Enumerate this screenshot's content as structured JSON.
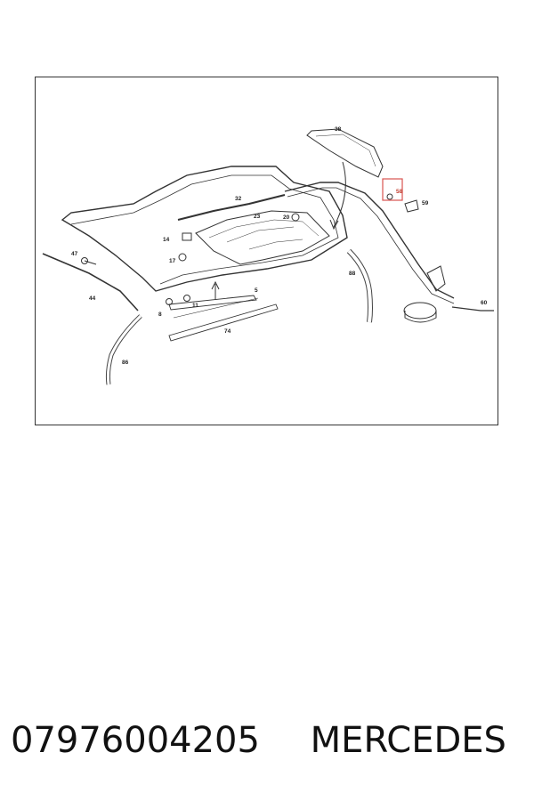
{
  "caption": {
    "part_number": "07976004205",
    "brand": "MERCEDES"
  },
  "diagram": {
    "callouts": [
      {
        "id": "c38",
        "label": "38"
      },
      {
        "id": "c58",
        "label": "58",
        "highlighted": true
      },
      {
        "id": "c59",
        "label": "59"
      },
      {
        "id": "c32",
        "label": "32"
      },
      {
        "id": "c23",
        "label": "23"
      },
      {
        "id": "c20",
        "label": "20"
      },
      {
        "id": "c14",
        "label": "14"
      },
      {
        "id": "c17",
        "label": "17"
      },
      {
        "id": "c47",
        "label": "47"
      },
      {
        "id": "c44",
        "label": "44"
      },
      {
        "id": "c88",
        "label": "88"
      },
      {
        "id": "c5",
        "label": "5"
      },
      {
        "id": "c11",
        "label": "11"
      },
      {
        "id": "c8",
        "label": "8"
      },
      {
        "id": "c74",
        "label": "74"
      },
      {
        "id": "c86",
        "label": "86"
      },
      {
        "id": "c60",
        "label": "60"
      }
    ],
    "highlight_color": "#d9534f"
  }
}
